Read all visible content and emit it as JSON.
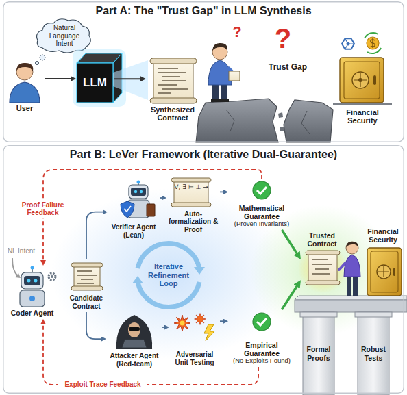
{
  "diagram": {
    "nodes": [
      {
        "text": [
          "Part A: The \"Trust Gap\" in LLM Synthesis"
        ]
      },
      {
        "text": [
          "Natural Language Intent"
        ],
        "in": 0
      },
      {
        "text": [
          "User"
        ],
        "in": 0
      },
      {
        "text": [
          "LLM"
        ],
        "in": 0
      },
      {
        "text": [
          "Synthesized Contract"
        ],
        "in": 0
      },
      {
        "text": [
          "Financial Security"
        ],
        "in": 0
      },
      {
        "text": [
          "Part B: LeVer Framework (Iterative Dual-Guarantee)"
        ]
      },
      {
        "text": [
          "Coder Agent"
        ],
        "in": 6
      },
      {
        "text": [
          "Candidate Contract"
        ],
        "in": 6
      },
      {
        "text": [
          "Verifier Agent (Lean)"
        ],
        "in": 6
      },
      {
        "text": [
          "Auto-formalization & Proof"
        ],
        "in": 6
      },
      {
        "text": [
          "Mathematical Guarantee",
          "(Proven Invariants)"
        ],
        "in": 6
      },
      {
        "text": [
          "Attacker Agent (Red-team)"
        ],
        "in": 6
      },
      {
        "text": [
          "Adversarial Unit Testing"
        ],
        "in": 6
      },
      {
        "text": [
          "Empirical Guarantee",
          "(No Exploits Found)"
        ],
        "in": 6
      },
      {
        "text": [
          "Trusted Contract"
        ],
        "in": 6
      },
      {
        "text": [
          "Financial Security"
        ],
        "in": 6
      },
      {
        "text": [
          "Formal Proofs"
        ],
        "in": 6
      },
      {
        "text": [
          "Robust Tests"
        ],
        "in": 6
      }
    ],
    "edges": [
      {
        "from": 2,
        "to": 3,
        "arrow": "to"
      },
      {
        "from": 3,
        "to": 4,
        "arrow": "to"
      },
      {
        "from": 8,
        "to": 9,
        "arrow": "to"
      },
      {
        "from": 8,
        "to": 12,
        "arrow": "to"
      },
      {
        "from": 9,
        "to": 10,
        "arrow": "to"
      },
      {
        "from": 10,
        "to": 11,
        "arrow": "to"
      },
      {
        "from": 12,
        "to": 13,
        "arrow": "to"
      },
      {
        "from": 13,
        "to": 14,
        "arrow": "to"
      },
      {
        "from": 11,
        "to": 15,
        "arrow": "to"
      },
      {
        "from": 14,
        "to": 15,
        "arrow": "to"
      },
      {
        "from": 11,
        "to": 7,
        "label": "Proof Failure Feedback",
        "arrow": "to"
      },
      {
        "from": 14,
        "to": 7,
        "label": "Exploit Trace Feedback",
        "arrow": "to"
      }
    ],
    "labels": [
      "?",
      "Trust Gap",
      "?",
      "NL Intent",
      "∀, ∃ ⊢ ⊥ →",
      "Iterative Refinement Loop"
    ]
  }
}
